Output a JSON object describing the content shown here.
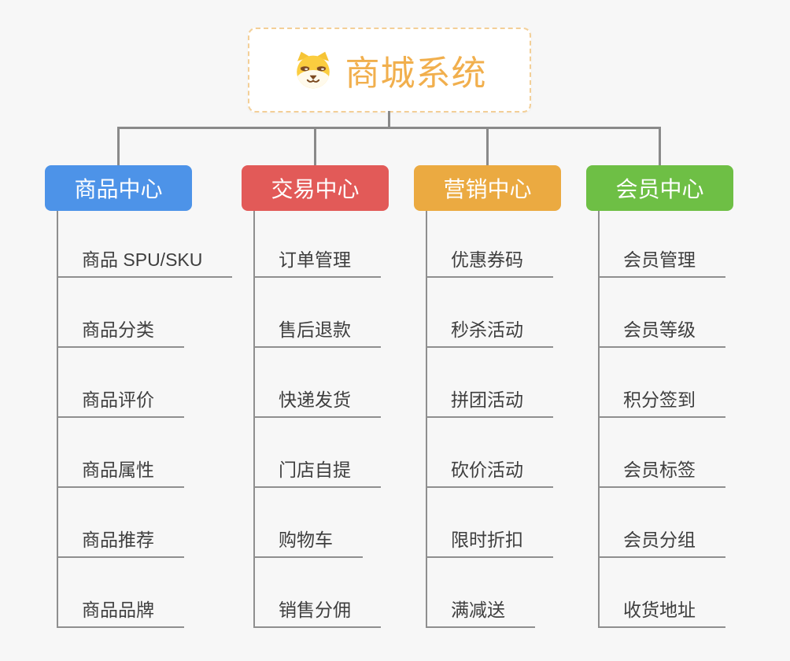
{
  "canvas": {
    "background": "#F7F7F7",
    "connector_color": "#8A8A8A",
    "leaf_underline_color": "#8F8F8F",
    "leaf_text_color": "#3E3E3E"
  },
  "root": {
    "title": "商城系统",
    "icon": "dog-face-icon",
    "title_color": "#F1AF4D",
    "border_color": "#F3CF97",
    "background": "#FFFFFF"
  },
  "branches": [
    {
      "label": "商品中心",
      "color": "#4D93E8",
      "items": [
        "商品 SPU/SKU",
        "商品分类",
        "商品评价",
        "商品属性",
        "商品推荐",
        "商品品牌"
      ]
    },
    {
      "label": "交易中心",
      "color": "#E25A58",
      "items": [
        "订单管理",
        "售后退款",
        "快递发货",
        "门店自提",
        "购物车",
        "销售分佣"
      ]
    },
    {
      "label": "营销中心",
      "color": "#EBAA41",
      "items": [
        "优惠券码",
        "秒杀活动",
        "拼团活动",
        "砍价活动",
        "限时折扣",
        "满减送"
      ]
    },
    {
      "label": "会员中心",
      "color": "#6EBF45",
      "items": [
        "会员管理",
        "会员等级",
        "积分签到",
        "会员标签",
        "会员分组",
        "收货地址"
      ]
    }
  ]
}
